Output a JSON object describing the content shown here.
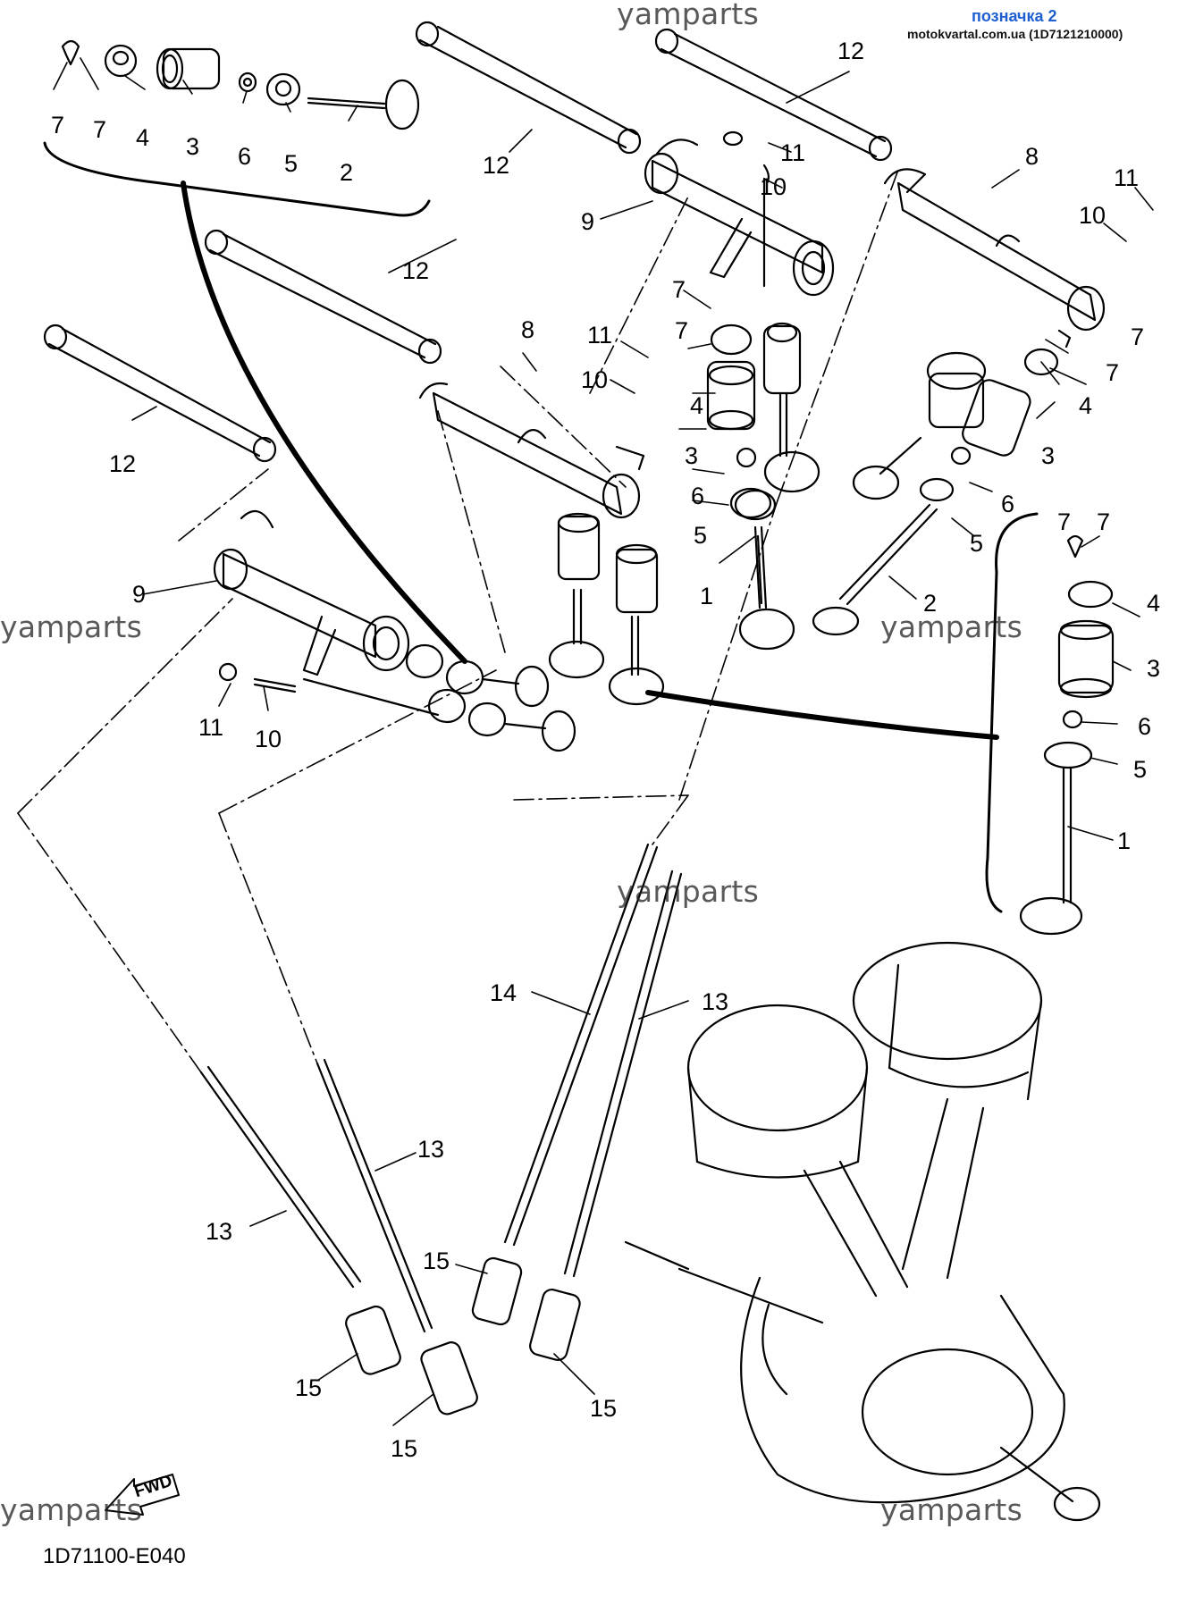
{
  "header": {
    "sign": "позначка 2",
    "site": "motokvartal.com.ua (1D7121210000)",
    "sign_color": "#1f5fd0"
  },
  "watermark": "yamparts",
  "diagram_code": "1D71100-E040",
  "fwd_label": "FWD",
  "callouts": [
    "7",
    "7",
    "4",
    "3",
    "6",
    "5",
    "2",
    "12",
    "12",
    "11",
    "10",
    "9",
    "8",
    "12",
    "11",
    "10",
    "7",
    "7",
    "4",
    "3",
    "6",
    "5",
    "1",
    "8",
    "11",
    "10",
    "7",
    "7",
    "4",
    "3",
    "6",
    "5",
    "2",
    "12",
    "9",
    "11",
    "10",
    "7",
    "7",
    "4",
    "3",
    "6",
    "5",
    "1",
    "14",
    "13",
    "13",
    "13",
    "15",
    "15",
    "15",
    "15"
  ]
}
